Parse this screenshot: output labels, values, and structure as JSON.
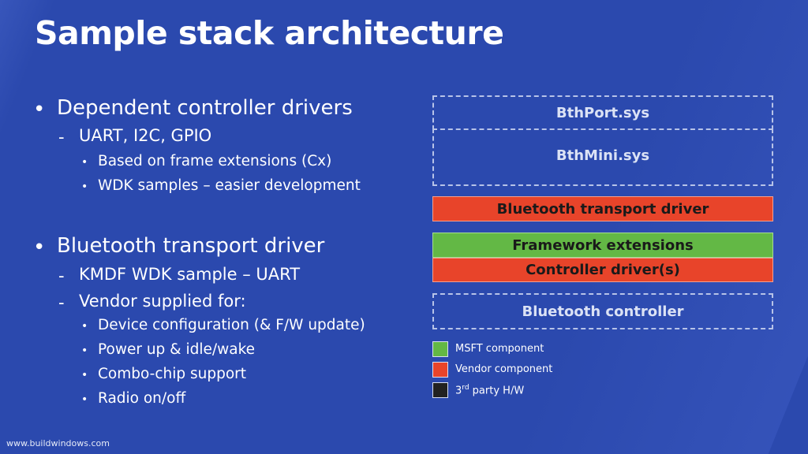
{
  "slide": {
    "title": "Sample stack architecture",
    "footer": "www.buildwindows.com",
    "bullets": [
      {
        "level": 1,
        "marker": "•",
        "text": "Dependent controller drivers"
      },
      {
        "level": 2,
        "marker": "-",
        "text": "UART, I2C, GPIO"
      },
      {
        "level": 3,
        "marker": "•",
        "text": "Based on frame extensions (Cx)"
      },
      {
        "level": 3,
        "marker": "•",
        "text": "WDK samples – easier development"
      },
      {
        "level": 1,
        "marker": "•",
        "text": "Bluetooth transport driver"
      },
      {
        "level": 2,
        "marker": "-",
        "text": "KMDF WDK sample – UART"
      },
      {
        "level": 2,
        "marker": "-",
        "text": "Vendor supplied for:"
      },
      {
        "level": 3,
        "marker": "•",
        "text": "Device configuration (& F/W update)"
      },
      {
        "level": 3,
        "marker": "•",
        "text": "Power up & idle/wake"
      },
      {
        "level": 3,
        "marker": "•",
        "text": "Combo-chip support"
      },
      {
        "level": 3,
        "marker": "•",
        "text": "Radio on/off"
      }
    ]
  },
  "stack": {
    "bthport": "BthPort.sys",
    "bthmini": "BthMini.sys",
    "transport": "Bluetooth transport driver",
    "framework": "Framework extensions",
    "controller_driver": "Controller driver(s)",
    "controller": "Bluetooth controller"
  },
  "legend": {
    "msft": {
      "label": "MSFT component",
      "color": "#63b845"
    },
    "vendor": {
      "label": "Vendor component",
      "color": "#e8442a"
    },
    "third_party": {
      "label_base": "3",
      "label_sup": "rd",
      "label_rest": " party H/W",
      "color": "#222222"
    }
  },
  "colors": {
    "background": "#2b49ae",
    "msft_green": "#63b845",
    "vendor_red": "#e8442a"
  }
}
